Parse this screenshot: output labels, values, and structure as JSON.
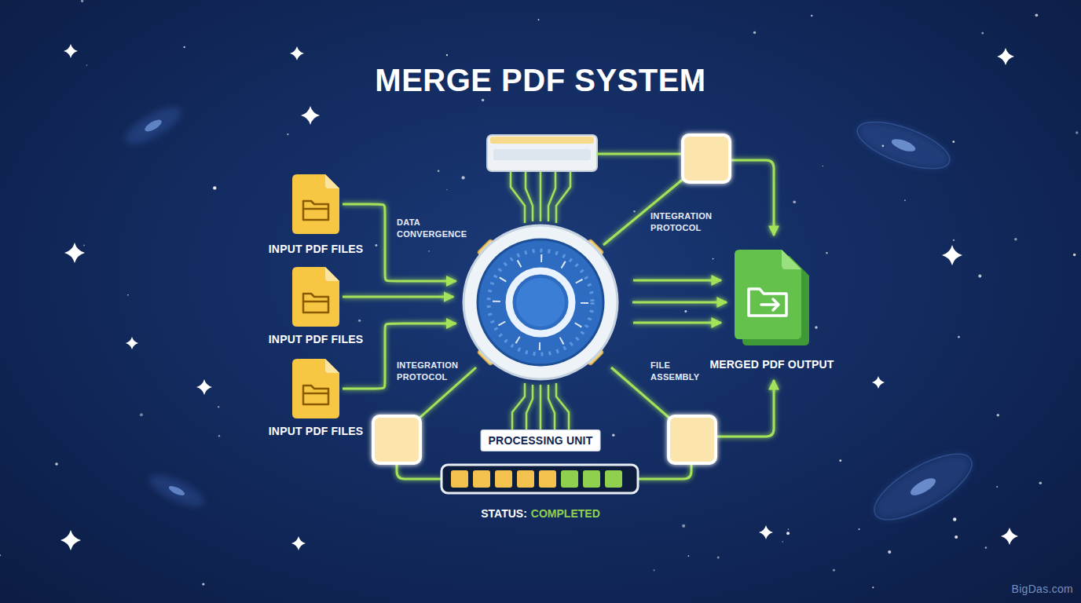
{
  "diagram": {
    "title": "MERGE PDF SYSTEM",
    "nodes": [
      {
        "text": [
          "INPUT PDF FILES"
        ]
      },
      {
        "text": [
          "INPUT PDF FILES"
        ]
      },
      {
        "text": [
          "INPUT PDF FILES"
        ]
      },
      {
        "text": [
          "PROCESSING UNIT"
        ]
      },
      {
        "text": [
          "MERGED PDF OUTPUT"
        ]
      }
    ],
    "edges": [
      {
        "from": 0,
        "to": 3,
        "arrow": "to"
      },
      {
        "from": 1,
        "to": 3,
        "arrow": "to"
      },
      {
        "from": 2,
        "to": 3,
        "arrow": "to"
      },
      {
        "from": 3,
        "to": 4,
        "arrow": "to"
      }
    ],
    "labels": [
      "DATA CONVERGENCE",
      "INTEGRATION PROTOCOL",
      "INTEGRATION PROTOCOL",
      "FILE ASSEMBLY",
      "STATUS:",
      "COMPLETED",
      "BigDas.com"
    ]
  }
}
